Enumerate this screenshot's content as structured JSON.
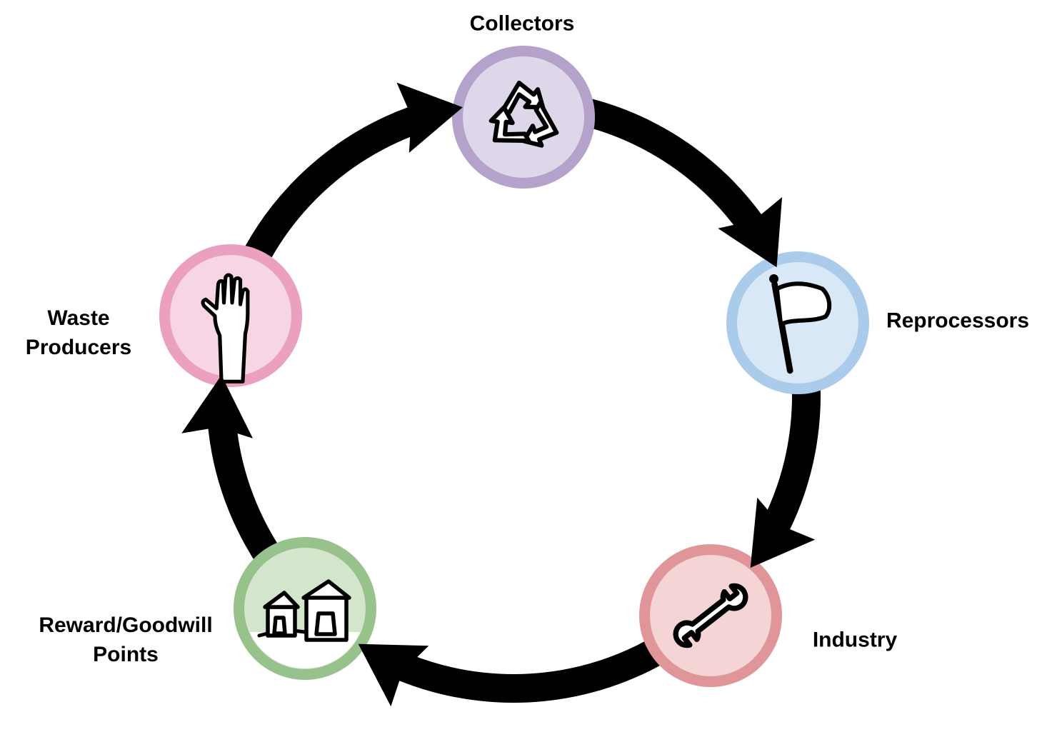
{
  "diagram": {
    "type": "cycle-diagram",
    "background_color": "#ffffff",
    "arrow_color": "#000000",
    "label_color": "#000000",
    "nodes": [
      {
        "id": "collectors",
        "label": "Collectors",
        "icon": "recycle-icon",
        "ring_color": "#b4a2cb",
        "fill_color": "#ded7e9",
        "position": "top"
      },
      {
        "id": "reprocessors",
        "label": "Reprocessors",
        "icon": "flag-icon",
        "ring_color": "#aacbe9",
        "fill_color": "#d8e8f6",
        "position": "right"
      },
      {
        "id": "industry",
        "label": "Industry",
        "icon": "wrench-icon",
        "ring_color": "#e09598",
        "fill_color": "#f5d4d5",
        "position": "bottom-right"
      },
      {
        "id": "reward-goodwill-points",
        "label_line1": "Reward/Goodwill",
        "label_line2": "Points",
        "icon": "houses-icon",
        "ring_color": "#98c28c",
        "fill_color": "#d3e5cb",
        "position": "bottom-left"
      },
      {
        "id": "waste-producers",
        "label_line1": "Waste",
        "label_line2": "Producers",
        "icon": "raised-hand-icon",
        "ring_color": "#eca0c0",
        "fill_color": "#f6d5e5",
        "position": "left"
      }
    ],
    "arrows": [
      {
        "from": "Waste Producers",
        "to": "Collectors"
      },
      {
        "from": "Collectors",
        "to": "Reprocessors"
      },
      {
        "from": "Reprocessors",
        "to": "Industry"
      },
      {
        "from": "Industry",
        "to": "Reward/Goodwill Points"
      },
      {
        "from": "Reward/Goodwill Points",
        "to": "Waste Producers"
      }
    ]
  }
}
